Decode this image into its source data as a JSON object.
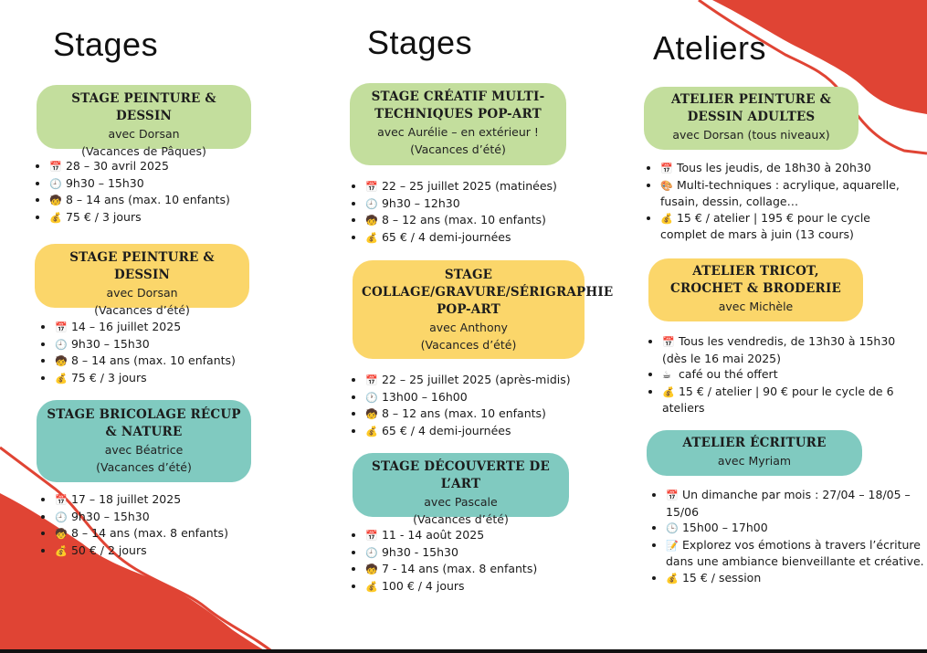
{
  "columns": [
    {
      "title": "Stages",
      "cards": [
        {
          "title": "STAGE PEINTURE & DESSIN",
          "lines": [
            "avec Dorsan",
            "(Vacances de Pâques)"
          ],
          "items": [
            {
              "icon": "calendar-icon",
              "glyph": "📅",
              "text": "28 – 30 avril 2025"
            },
            {
              "icon": "clock-icon",
              "glyph": "🕘",
              "text": "9h30 – 15h30"
            },
            {
              "icon": "child-icon",
              "glyph": "🧒",
              "text": "8 – 14 ans (max. 10 enfants)"
            },
            {
              "icon": "money-bag-icon",
              "glyph": "💰",
              "text": "75 € / 3 jours"
            }
          ]
        },
        {
          "title": "STAGE PEINTURE & DESSIN",
          "lines": [
            "avec Dorsan",
            "(Vacances d’été)"
          ],
          "items": [
            {
              "icon": "calendar-icon",
              "glyph": "📅",
              "text": "14 – 16 juillet 2025"
            },
            {
              "icon": "clock-icon",
              "glyph": "🕘",
              "text": "9h30 – 15h30"
            },
            {
              "icon": "child-icon",
              "glyph": "🧒",
              "text": "8 – 14 ans (max. 10 enfants)"
            },
            {
              "icon": "money-bag-icon",
              "glyph": "💰",
              "text": "75 € / 3 jours"
            }
          ]
        },
        {
          "title": "STAGE BRICOLAGE RÉCUP & NATURE",
          "lines": [
            "avec Béatrice",
            "(Vacances d’été)"
          ],
          "items": [
            {
              "icon": "calendar-icon",
              "glyph": "📅",
              "text": "17 – 18 juillet 2025"
            },
            {
              "icon": "clock-icon",
              "glyph": "🕘",
              "text": "9h30 – 15h30"
            },
            {
              "icon": "child-icon",
              "glyph": "🧒",
              "text": "8 – 14 ans (max. 8 enfants)"
            },
            {
              "icon": "money-bag-icon",
              "glyph": "💰",
              "text": "50 € / 2 jours"
            }
          ]
        }
      ]
    },
    {
      "title": "Stages",
      "cards": [
        {
          "title": "STAGE CRÉATIF MULTI-TECHNIQUES POP-ART",
          "lines": [
            "avec Aurélie  – en extérieur !",
            "(Vacances d’été)"
          ],
          "items": [
            {
              "icon": "calendar-icon",
              "glyph": "📅",
              "text": "22 – 25 juillet 2025 (matinées)"
            },
            {
              "icon": "clock-icon",
              "glyph": "🕘",
              "text": "9h30 – 12h30"
            },
            {
              "icon": "child-icon",
              "glyph": "🧒",
              "text": "8 – 12 ans (max. 10 enfants)"
            },
            {
              "icon": "money-bag-icon",
              "glyph": "💰",
              "text": "65 € / 4 demi-journées"
            }
          ]
        },
        {
          "title": "STAGE COLLAGE/GRAVURE/SÉRIGRAPHIE POP-ART",
          "lines": [
            "avec Anthony",
            "(Vacances d’été)"
          ],
          "items": [
            {
              "icon": "calendar-icon",
              "glyph": "📅",
              "text": "22 – 25 juillet 2025 (après-midis)"
            },
            {
              "icon": "clock-icon",
              "glyph": "🕐",
              "text": "13h00 – 16h00"
            },
            {
              "icon": "child-icon",
              "glyph": "🧒",
              "text": "8 – 12 ans (max. 10 enfants)"
            },
            {
              "icon": "money-bag-icon",
              "glyph": "💰",
              "text": "65 € / 4 demi-journées"
            }
          ]
        },
        {
          "title": "STAGE DÉCOUVERTE DE L’ART",
          "lines": [
            "avec Pascale",
            "(Vacances d’été)"
          ],
          "items": [
            {
              "icon": "calendar-icon",
              "glyph": "📅",
              "text": "11 - 14 août 2025"
            },
            {
              "icon": "clock-icon",
              "glyph": "🕘",
              "text": "9h30 - 15h30"
            },
            {
              "icon": "child-icon",
              "glyph": "🧒",
              "text": "7 - 14 ans (max. 8 enfants)"
            },
            {
              "icon": "money-bag-icon",
              "glyph": "💰",
              "text": "100 € / 4 jours"
            }
          ]
        }
      ]
    },
    {
      "title": "Ateliers",
      "cards": [
        {
          "title": "ATELIER PEINTURE & DESSIN ADULTES",
          "lines": [
            "avec Dorsan (tous niveaux)"
          ],
          "items": [
            {
              "icon": "calendar-icon",
              "glyph": "📅",
              "text": "Tous les jeudis, de 18h30 à 20h30"
            },
            {
              "icon": "palette-icon",
              "glyph": "🎨",
              "text": "Multi-techniques : acrylique, aquarelle, fusain, dessin, collage…"
            },
            {
              "icon": "money-bag-icon",
              "glyph": "💰",
              "text": "15 € / atelier | 195 € pour le cycle complet de mars à juin (13 cours)"
            }
          ]
        },
        {
          "title": "ATELIER TRICOT, CROCHET & BRODERIE",
          "lines": [
            "avec Michèle"
          ],
          "items": [
            {
              "icon": "calendar-icon",
              "glyph": "📅",
              "text": "Tous les vendredis, de 13h30 à 15h30 (dès le 16 mai 2025)"
            },
            {
              "icon": "coffee-icon",
              "glyph": "☕",
              "text": "café ou thé offert"
            },
            {
              "icon": "money-bag-icon",
              "glyph": "💰",
              "text": "15 € / atelier | 90 € pour le cycle de 6 ateliers"
            }
          ]
        },
        {
          "title": "ATELIER ÉCRITURE",
          "lines": [
            "avec Myriam"
          ],
          "items": [
            {
              "icon": "calendar-icon",
              "glyph": "📅",
              "text": "Un dimanche par mois : 27/04 – 18/05 – 15/06"
            },
            {
              "icon": "clock-icon",
              "glyph": "🕒",
              "text": "15h00 – 17h00"
            },
            {
              "icon": "memo-icon",
              "glyph": "📝",
              "text": "Explorez vos émotions à travers l’écriture dans une ambiance bienveillante et créative."
            },
            {
              "icon": "money-bag-icon",
              "glyph": "💰",
              "text": "15 € / session"
            }
          ]
        }
      ]
    }
  ],
  "colors": {
    "green": "#c3de9d",
    "yellow": "#fbd66a",
    "teal": "#80cac0",
    "red_decoration": "#e04434"
  }
}
